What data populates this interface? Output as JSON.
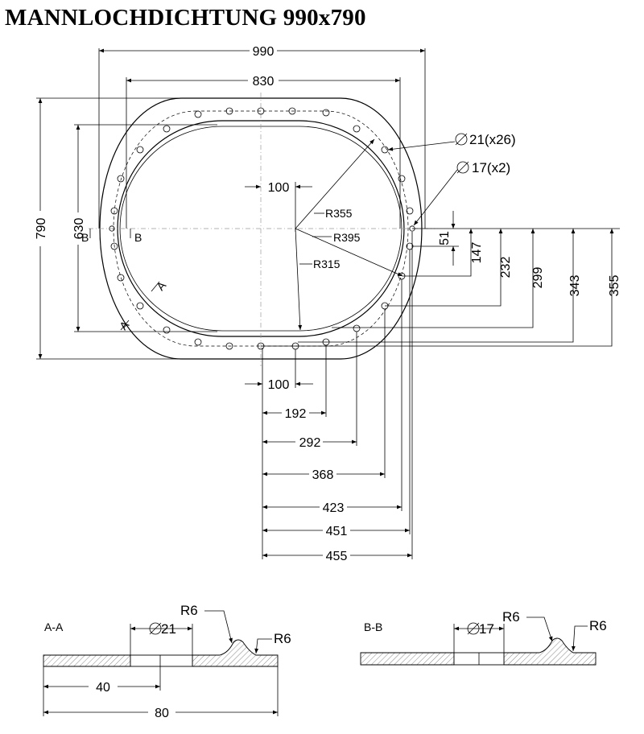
{
  "title": "MANNLOCHDICHTUNG 990x790",
  "dimensions": {
    "outer_width": "990",
    "inner_width": "830",
    "outer_height": "790",
    "inner_height": "630",
    "offset_100_top": "100",
    "offset_100_bottom": "100",
    "r355": "R355",
    "r395": "R395",
    "r315": "R315",
    "hole_large": "21(x26)",
    "hole_small": "17(x2)",
    "v51": "51",
    "v147": "147",
    "v232": "232",
    "v299": "299",
    "v343": "343",
    "v355": "355",
    "h192": "192",
    "h292": "292",
    "h368": "368",
    "h423": "423",
    "h451": "451",
    "h455": "455"
  },
  "section_marks": {
    "b_left": "B",
    "b_right": "B",
    "a_upper": "A",
    "a_lower": "A"
  },
  "section_aa": {
    "label": "A-A",
    "hole": "21",
    "r6_top": "R6",
    "r6_right": "R6",
    "dim_40": "40",
    "dim_80": "80"
  },
  "section_bb": {
    "label": "B-B",
    "hole": "17",
    "r6_top": "R6",
    "r6_right": "R6"
  }
}
